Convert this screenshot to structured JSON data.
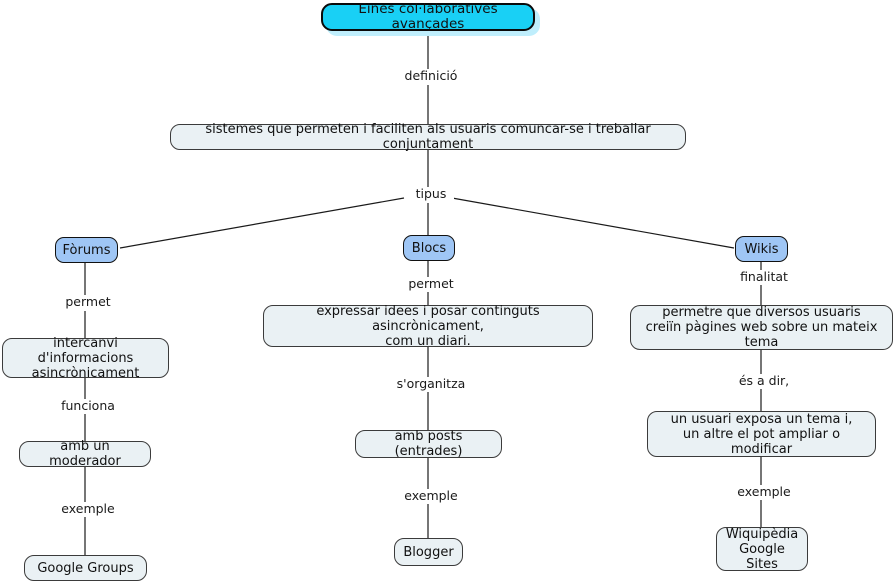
{
  "diagram": {
    "title": "Eines col·laboratives avançades",
    "language": "ca",
    "background_color": "#ffffff",
    "colors": {
      "root_fill": "#19d0f5",
      "root_shadow": "#bfeefc",
      "type_fill": "#9fc6f5",
      "concept_fill": "#eaf1f4",
      "border": "#1a1a1a",
      "text": "#111111",
      "edge": "#1a1a1a"
    }
  },
  "nodes": {
    "root": {
      "label": "Eines col·laboratives avançades"
    },
    "definition": {
      "label": "sistemes que permeten i faciliten als usuaris comuncar-se i treballar conjuntament"
    },
    "forums": {
      "label": "Fòrums"
    },
    "blocs": {
      "label": "Blocs"
    },
    "wikis": {
      "label": "Wikis"
    },
    "forums_permet": {
      "label": "intercanvi d'informacions\nasincrònicament"
    },
    "forums_funciona": {
      "label": "amb un moderador"
    },
    "forums_exemple": {
      "label": "Google Groups"
    },
    "blocs_permet": {
      "label": "expressar idees i posar continguts asincrònicament,\ncom un diari."
    },
    "blocs_organitza": {
      "label": "amb posts (entrades)"
    },
    "blocs_exemple": {
      "label": "Blogger"
    },
    "wikis_finalitat": {
      "label": "permetre que diversos usuaris\ncreiïn pàgines web sobre un mateix tema"
    },
    "wikis_esadir": {
      "label": "un usuari exposa un tema i,\nun altre el pot ampliar o modificar"
    },
    "wikis_exemple": {
      "label": "Wiquipèdia\nGoogle Sites"
    }
  },
  "link_labels": {
    "definicio": "definició",
    "tipus": "tipus",
    "forums_permet": "permet",
    "funciona": "funciona",
    "forums_exemple": "exemple",
    "blocs_permet": "permet",
    "sorganitza": "s'organitza",
    "blocs_exemple": "exemple",
    "finalitat": "finalitat",
    "es_a_dir": "és a dir,",
    "wikis_exemple": "exemple"
  }
}
